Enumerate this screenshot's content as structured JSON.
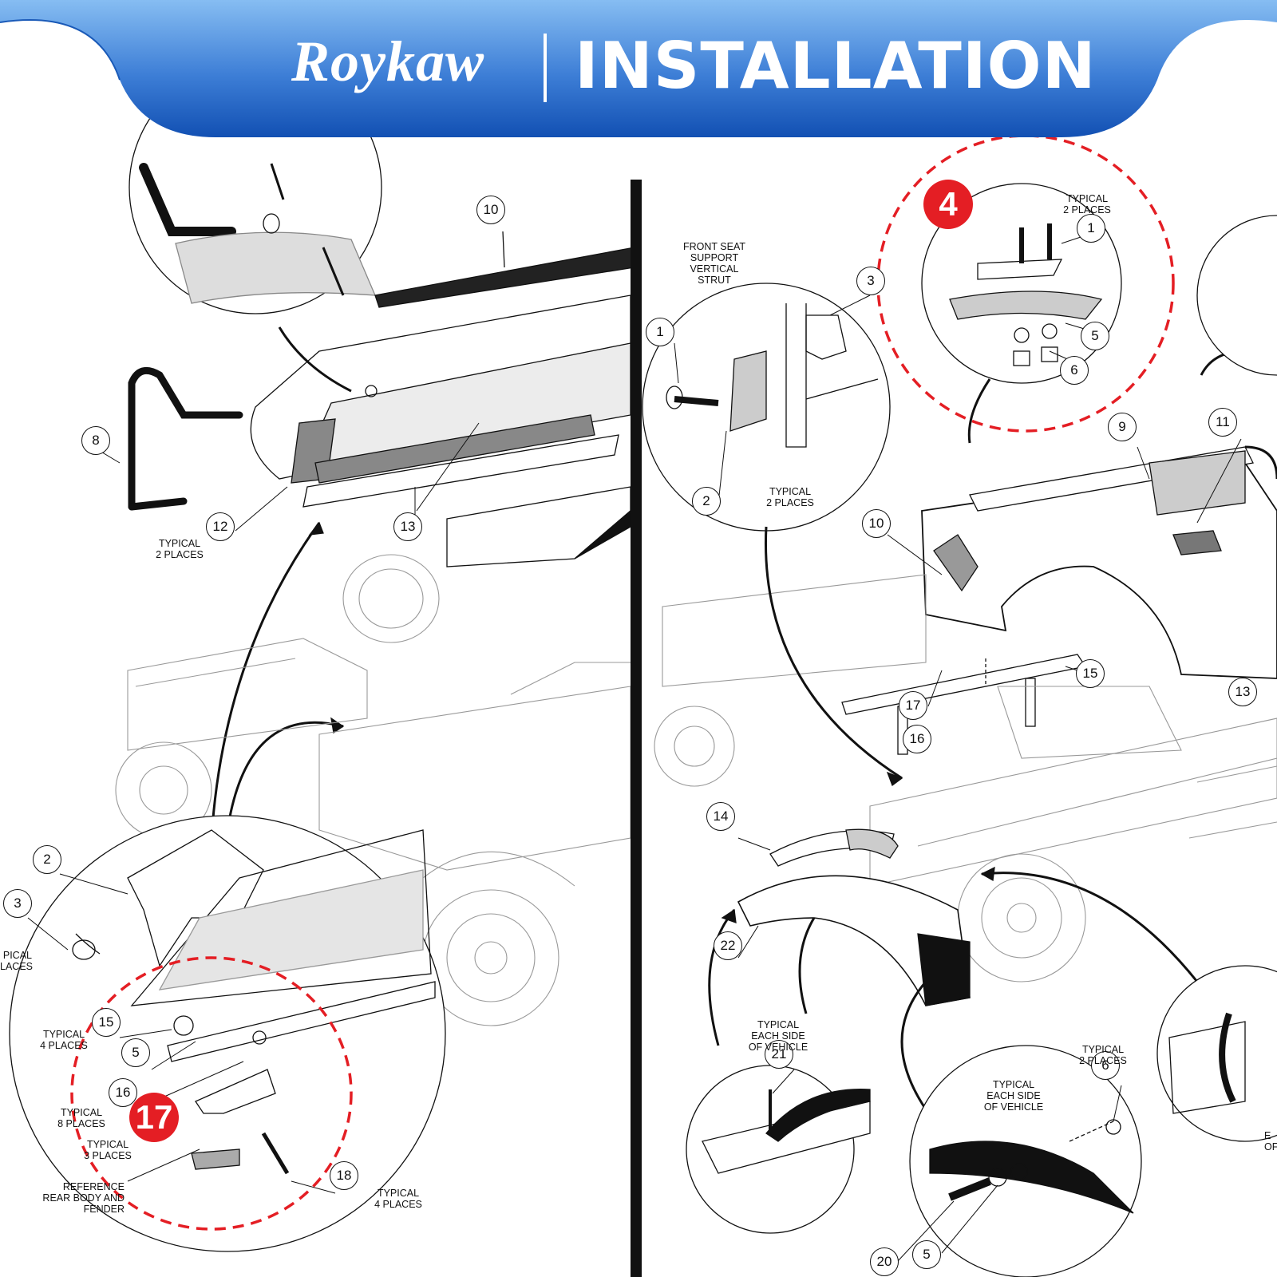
{
  "header": {
    "brand": "Roykaw",
    "title": "INSTALLATION",
    "gradient_top": "#7fb6ee",
    "gradient_bottom": "#1350b4"
  },
  "highlights": [
    {
      "label": "4",
      "color": "#e41e24"
    },
    {
      "label": "17",
      "color": "#e41e24"
    }
  ],
  "callouts_left": [
    "10",
    "8",
    "12",
    "13",
    "2",
    "3",
    "15",
    "5",
    "16",
    "18"
  ],
  "callouts_right": [
    "3",
    "1",
    "2",
    "1",
    "5",
    "6",
    "9",
    "11",
    "10",
    "15",
    "17",
    "16",
    "13",
    "14",
    "22",
    "21",
    "6",
    "20",
    "5"
  ],
  "labels": {
    "typical_2_places": "TYPICAL\n2 PLACES",
    "typical_4_places": "TYPICAL\n4 PLACES",
    "typical_8_places": "TYPICAL\n8 PLACES",
    "typical_3_places": "TYPICAL\n3 PLACES",
    "typical_each_side": "TYPICAL\nEACH SIDE\nOF VEHICLE",
    "front_seat_strut": "FRONT SEAT\nSUPPORT\nVERTICAL\nSTRUT",
    "reference_rear_body": "REFERENCE\nREAR BODY AND\nFENDER",
    "cut_typical_places": "PICAL\nLACES",
    "cut_each_side": "E\nOF"
  }
}
